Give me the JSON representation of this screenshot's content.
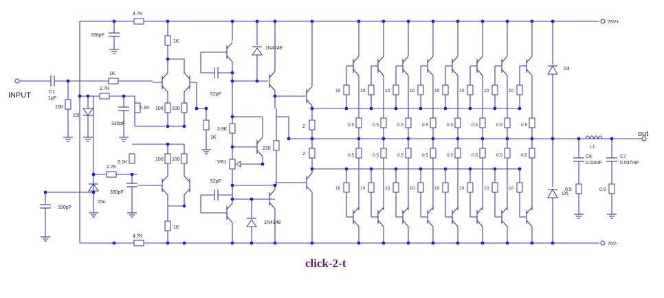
{
  "title": "click-2-t",
  "terminals": {
    "input": "INPUT",
    "output": "out",
    "vplus": "75V+",
    "vminus": "75V-"
  },
  "components": {
    "c1": "C1",
    "c1_value": "1pF",
    "c330_top": "330pF",
    "c330_mid": "330pF",
    "c330_low": "330pF",
    "c330_left": "330pF",
    "r47k_top": "4.7K",
    "r47k_bottom": "4.7K",
    "r1k_in": "1K",
    "r1k_top": "1K",
    "r1k_bottom": "1K",
    "r1k_vbe": "1K",
    "r27k_top": "2.7K",
    "r27k_bottom": "2.7K",
    "r10k": "10K",
    "r51k_top": "5.1K",
    "r51k_bottom": "5.1K",
    "r100": "100",
    "r39k": "3.9K",
    "r220": "220",
    "vr1": "VR1",
    "r2": "2",
    "c52_top": "52pF",
    "c52_bottom": "52pF",
    "diode_top": "1N4148",
    "diode_bottom": "1N4148",
    "zener_top": "15l",
    "zener_bottom": "15u",
    "d4": "D4",
    "d5": "D5",
    "r10": "10",
    "r05": "0.5",
    "l1": "L1",
    "c6": "C6",
    "c6_value": "0.02mF",
    "c7": "C7",
    "c7_value": "0.047mF"
  }
}
